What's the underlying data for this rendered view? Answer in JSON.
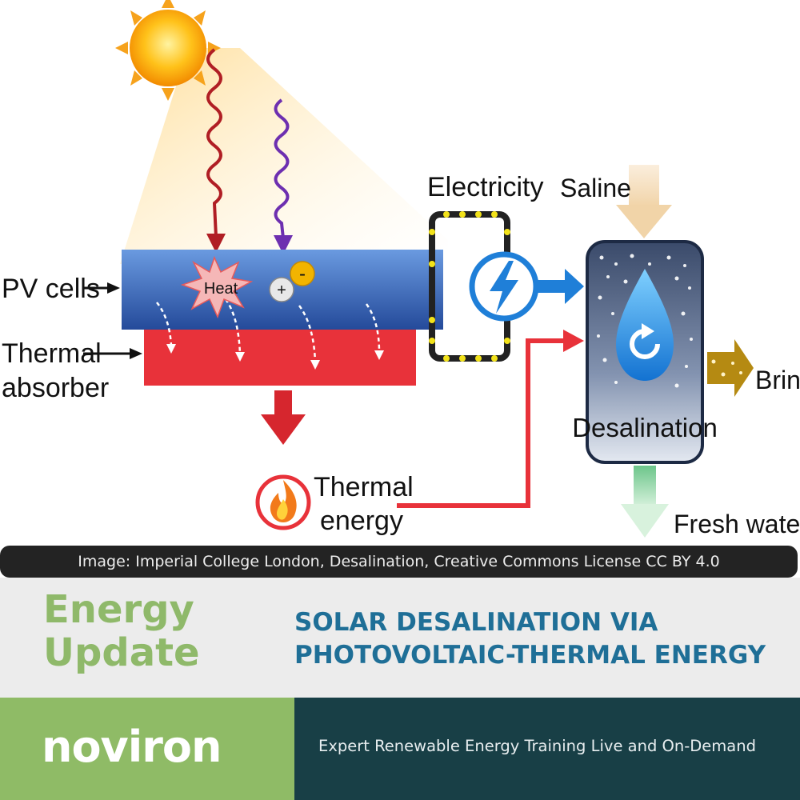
{
  "diagram": {
    "labels": {
      "pv_cells": "PV cells",
      "thermal_absorber_line1": "Thermal",
      "thermal_absorber_line2": "absorber",
      "heat": "Heat",
      "plus": "+",
      "minus": "-",
      "electricity": "Electricity",
      "saline": "Saline",
      "desalination": "Desalination",
      "brine": "Brine",
      "fresh_water": "Fresh water",
      "thermal_energy_line1": "Thermal",
      "thermal_energy_line2": "energy"
    },
    "icons": [
      "sun-icon",
      "lightning-bolt-icon",
      "flame-icon",
      "water-drop-icon",
      "recycle-arrow-icon"
    ],
    "colors": {
      "pv_blue": "#2f5fb0",
      "absorber_red": "#e8323a",
      "heat_arrow": "#b01e24",
      "photon_arrow": "#6d2fb0",
      "electric_blue": "#1f7fd8",
      "brine_gold": "#b58a12",
      "fresh_green": "#8fd49a",
      "saline_beige": "#f2d9b3"
    }
  },
  "caption": "Image: Imperial College London, Desalination, Creative Commons License CC BY 4.0",
  "series": {
    "line1": "Energy",
    "line2": "Update"
  },
  "headline": {
    "line1": "SOLAR DESALINATION VIA",
    "line2": "PHOTOVOLTAIC-THERMAL ENERGY"
  },
  "brand": {
    "logo": "noviron",
    "tagline": "Expert Renewable Energy Training Live and On-Demand"
  },
  "theme": {
    "green": "#8fbb66",
    "teal": "#183f46",
    "blue": "#1f6f97",
    "grey": "#ececec",
    "dark": "#232323"
  }
}
